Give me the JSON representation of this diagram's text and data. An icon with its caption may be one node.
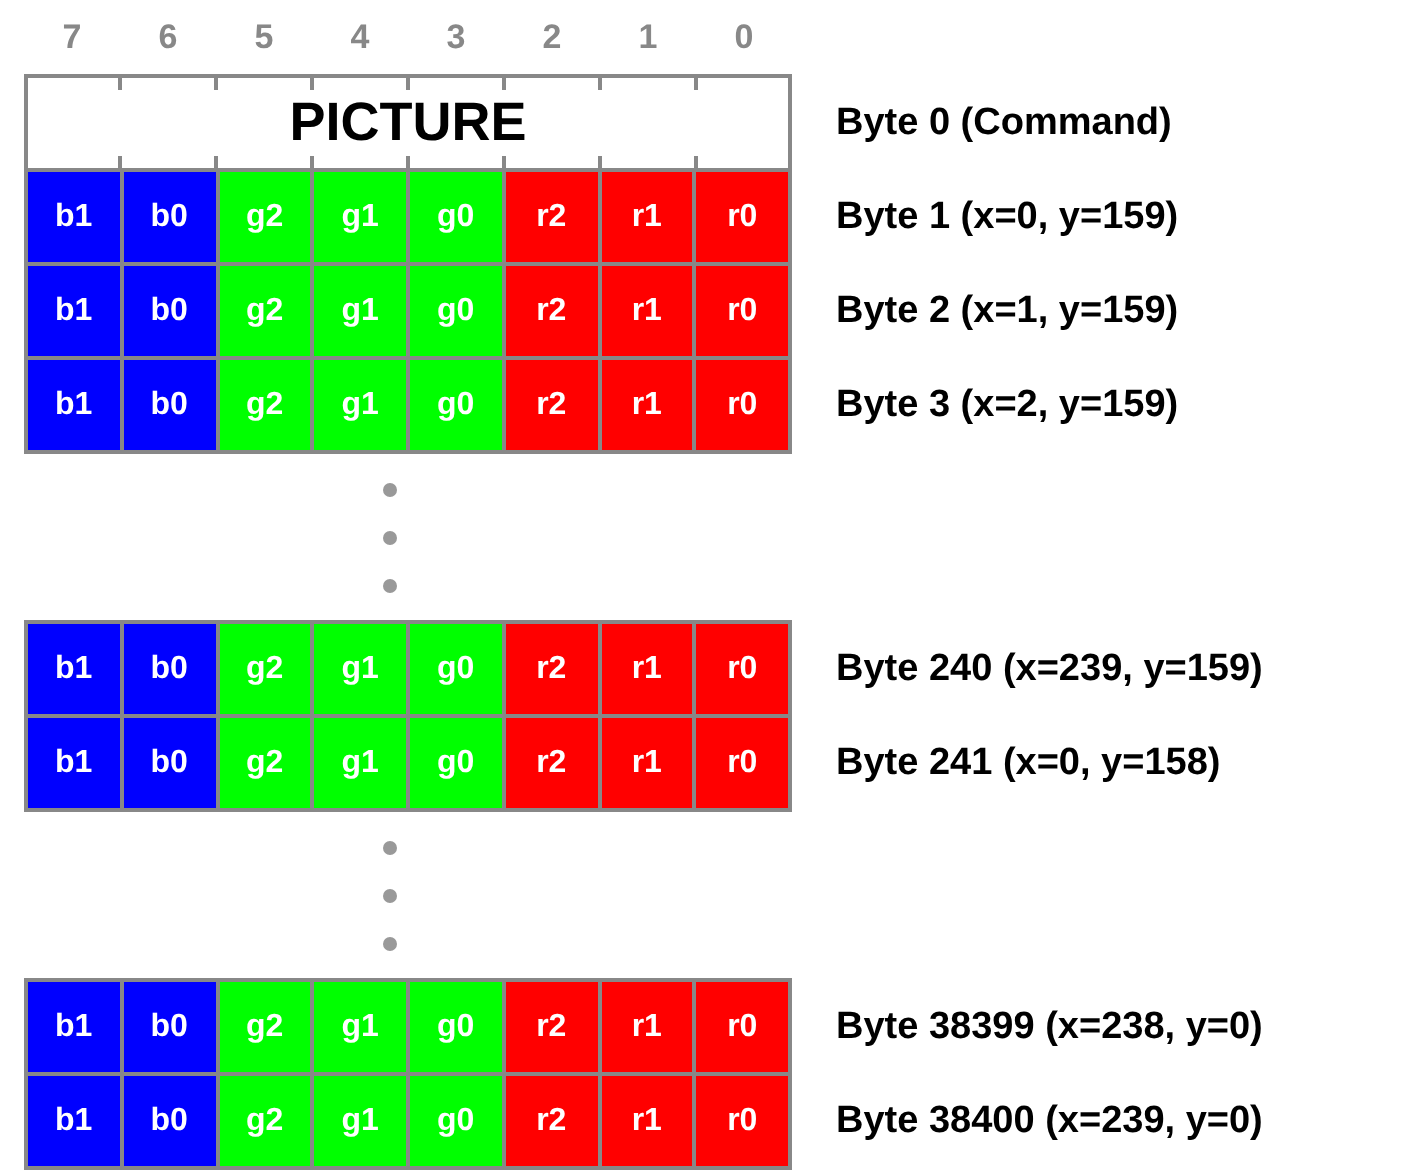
{
  "diagram": {
    "nodes": [
      {
        "text": [
          "PICTURE"
        ],
        "beside": [
          "Byte 0 (Command)"
        ]
      },
      {
        "text": [],
        "shape": "bar",
        "beside": [
          "Byte 1 (x=0, y=159)"
        ]
      },
      {
        "text": [
          "b1"
        ],
        "in": 1
      },
      {
        "text": [
          "b0"
        ],
        "in": 1
      },
      {
        "text": [
          "g2"
        ],
        "in": 1
      },
      {
        "text": [
          "g1"
        ],
        "in": 1
      },
      {
        "text": [
          "g0"
        ],
        "in": 1
      },
      {
        "text": [
          "r2"
        ],
        "in": 1
      },
      {
        "text": [
          "r1"
        ],
        "in": 1
      },
      {
        "text": [
          "r0"
        ],
        "in": 1
      },
      {
        "text": [],
        "shape": "bar",
        "beside": [
          "Byte 2 (x=1, y=159)"
        ]
      },
      {
        "text": [
          "b1"
        ],
        "in": 10
      },
      {
        "text": [
          "b0"
        ],
        "in": 10
      },
      {
        "text": [
          "g2"
        ],
        "in": 10
      },
      {
        "text": [
          "g1"
        ],
        "in": 10
      },
      {
        "text": [
          "g0"
        ],
        "in": 10
      },
      {
        "text": [
          "r2"
        ],
        "in": 10
      },
      {
        "text": [
          "r1"
        ],
        "in": 10
      },
      {
        "text": [
          "r0"
        ],
        "in": 10
      },
      {
        "text": [],
        "shape": "bar",
        "beside": [
          "Byte 3 (x=2, y=159)"
        ]
      },
      {
        "text": [
          "b1"
        ],
        "in": 19
      },
      {
        "text": [
          "b0"
        ],
        "in": 19
      },
      {
        "text": [
          "g2"
        ],
        "in": 19
      },
      {
        "text": [
          "g1"
        ],
        "in": 19
      },
      {
        "text": [
          "g0"
        ],
        "in": 19
      },
      {
        "text": [
          "r2"
        ],
        "in": 19
      },
      {
        "text": [
          "r1"
        ],
        "in": 19
      },
      {
        "text": [
          "r0"
        ],
        "in": 19
      },
      {
        "text": [],
        "shape": "bar",
        "beside": [
          "Byte 240 (x=239, y=159)"
        ]
      },
      {
        "text": [
          "b1"
        ],
        "in": 28
      },
      {
        "text": [
          "b0"
        ],
        "in": 28
      },
      {
        "text": [
          "g2"
        ],
        "in": 28
      },
      {
        "text": [
          "g1"
        ],
        "in": 28
      },
      {
        "text": [
          "g0"
        ],
        "in": 28
      },
      {
        "text": [
          "r2"
        ],
        "in": 28
      },
      {
        "text": [
          "r1"
        ],
        "in": 28
      },
      {
        "text": [
          "r0"
        ],
        "in": 28
      },
      {
        "text": [],
        "shape": "bar",
        "beside": [
          "Byte 241 (x=0, y=158)"
        ]
      },
      {
        "text": [
          "b1"
        ],
        "in": 37
      },
      {
        "text": [
          "b0"
        ],
        "in": 37
      },
      {
        "text": [
          "g2"
        ],
        "in": 37
      },
      {
        "text": [
          "g1"
        ],
        "in": 37
      },
      {
        "text": [
          "g0"
        ],
        "in": 37
      },
      {
        "text": [
          "r2"
        ],
        "in": 37
      },
      {
        "text": [
          "r1"
        ],
        "in": 37
      },
      {
        "text": [
          "r0"
        ],
        "in": 37
      },
      {
        "text": [],
        "shape": "bar",
        "beside": [
          "Byte 38399 (x=238, y=0)"
        ]
      },
      {
        "text": [
          "b1"
        ],
        "in": 46
      },
      {
        "text": [
          "b0"
        ],
        "in": 46
      },
      {
        "text": [
          "g2"
        ],
        "in": 46
      },
      {
        "text": [
          "g1"
        ],
        "in": 46
      },
      {
        "text": [
          "g0"
        ],
        "in": 46
      },
      {
        "text": [
          "r2"
        ],
        "in": 46
      },
      {
        "text": [
          "r1"
        ],
        "in": 46
      },
      {
        "text": [
          "r0"
        ],
        "in": 46
      },
      {
        "text": [],
        "shape": "bar",
        "beside": [
          "Byte 38400 (x=239, y=0)"
        ]
      },
      {
        "text": [
          "b1"
        ],
        "in": 55
      },
      {
        "text": [
          "b0"
        ],
        "in": 55
      },
      {
        "text": [
          "g2"
        ],
        "in": 55
      },
      {
        "text": [
          "g1"
        ],
        "in": 55
      },
      {
        "text": [
          "g0"
        ],
        "in": 55
      },
      {
        "text": [
          "r2"
        ],
        "in": 55
      },
      {
        "text": [
          "r1"
        ],
        "in": 55
      },
      {
        "text": [
          "r0"
        ],
        "in": 55
      }
    ],
    "labels": [
      "7",
      "6",
      "5",
      "4",
      "3",
      "2",
      "1",
      "0"
    ]
  }
}
